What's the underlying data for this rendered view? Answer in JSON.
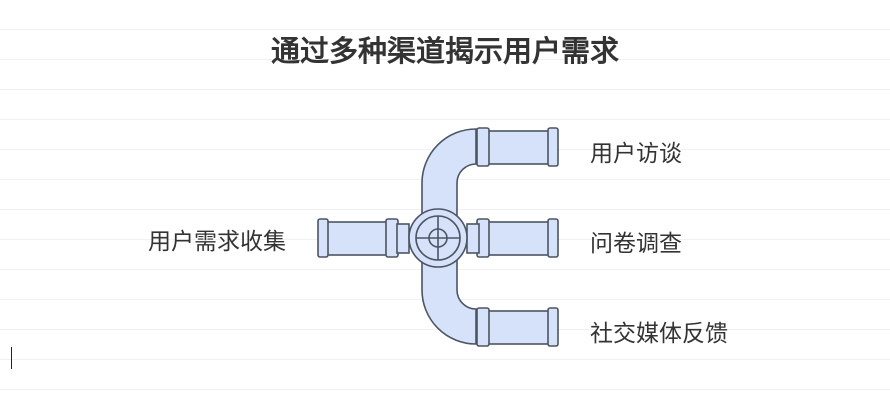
{
  "title": "通过多种渠道揭示用户需求",
  "source": "用户需求收集",
  "channels": [
    {
      "label": "用户访谈"
    },
    {
      "label": "问卷调查"
    },
    {
      "label": "社交媒体反馈"
    }
  ],
  "colors": {
    "pipe_fill": "#d6e2fa",
    "pipe_stroke": "#4b5563",
    "text": "#333333"
  },
  "icons": [
    "valve-icon"
  ]
}
